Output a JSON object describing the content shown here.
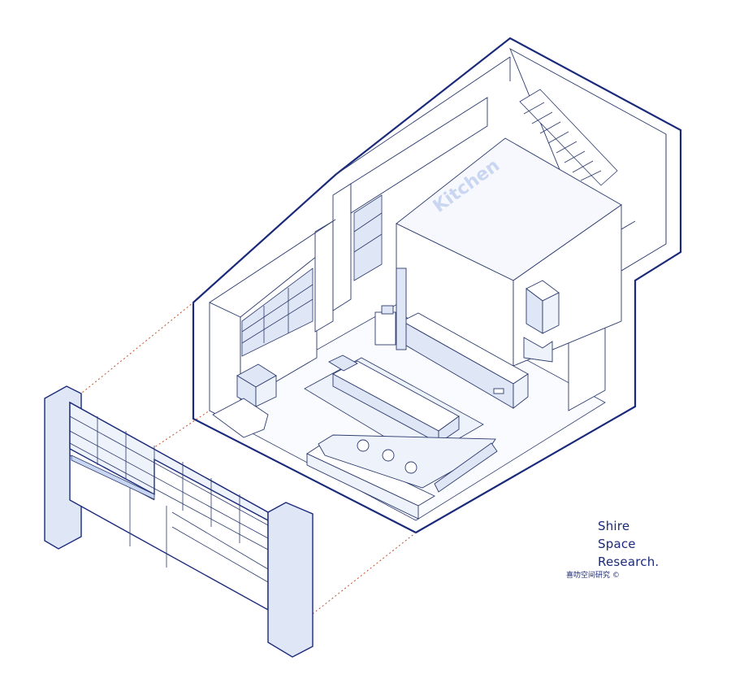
{
  "diagram": {
    "room_label": "Kitchen",
    "colors": {
      "outline": "#1a2a7a",
      "line": "#2b3a6e",
      "fill_light": "#eef2fb",
      "fill_blue": "#dfe6f6",
      "label": "#c9d6f1",
      "guide": "#c2502a"
    }
  },
  "credit": {
    "line1": "Shire",
    "line2": "Space",
    "line3": "Research.",
    "subtitle": "喜叻空间研究 ©"
  }
}
